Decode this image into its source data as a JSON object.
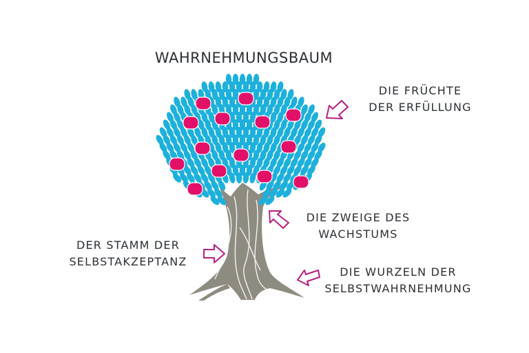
{
  "title": "WAHRNEHMUNGSBAUM",
  "colors": {
    "leaves": "#1db0dc",
    "fruits": "#e3106a",
    "trunk": "#8e8c80",
    "text": "#2b2f33",
    "arrows": "#b81e7f",
    "background": "#ffffff"
  },
  "labels": {
    "fruits": {
      "line1": "DIE FRÜCHTE",
      "line2": "DER ERFÜLLUNG"
    },
    "branches": {
      "line1": "DIE ZWEIGE DES",
      "line2": "WACHSTUMS"
    },
    "trunk": {
      "line1": "DER STAMM DER",
      "line2": "SELBSTAKZEPTANZ"
    },
    "roots": {
      "line1": "DIE WURZELN DER",
      "line2": "SELBSTWAHRNEHMUNG"
    }
  },
  "icons": {
    "fruits_arrow": "arrow-down-left-icon",
    "branches_arrow": "arrow-up-left-icon",
    "trunk_arrow": "arrow-right-icon",
    "roots_arrow": "arrow-left-icon"
  }
}
